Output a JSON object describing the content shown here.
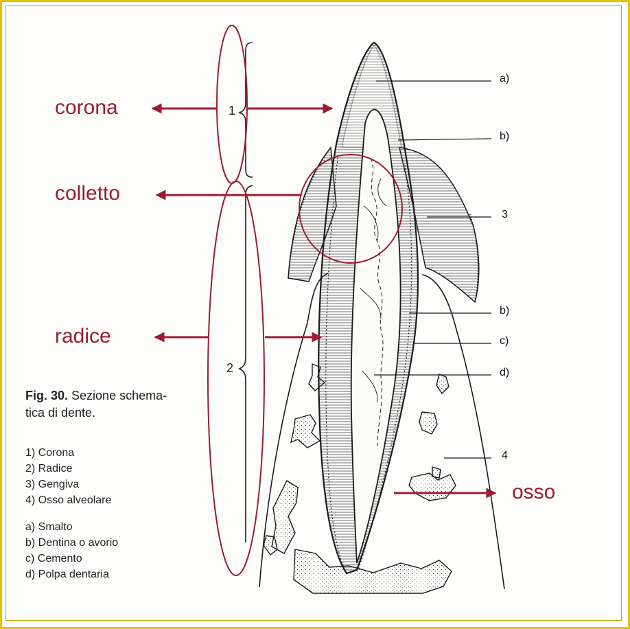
{
  "labels": {
    "corona": "corona",
    "colletto": "colletto",
    "radice": "radice",
    "osso": "osso"
  },
  "brackets": {
    "crown": "1",
    "root": "2"
  },
  "callouts": {
    "enamel": "a)",
    "dentin_top": "b)",
    "gum": "3",
    "dentin": "b)",
    "cementum": "c)",
    "pulp": "d)",
    "bone": "4"
  },
  "caption": {
    "figure": "Fig. 30.",
    "line1": "Sezione schema-",
    "line2": "tica di dente."
  },
  "legend": {
    "numbered": [
      "1)  Corona",
      "2)  Radice",
      "3)  Gengiva",
      "4)  Osso alveolare"
    ],
    "lettered": [
      "a)  Smalto",
      "b)  Dentina o avorio",
      "c)  Cemento",
      "d)  Polpa dentaria"
    ]
  },
  "colors": {
    "accent": "#9b1c30",
    "frame": "#e6c200",
    "ink": "#1a1a1a"
  }
}
